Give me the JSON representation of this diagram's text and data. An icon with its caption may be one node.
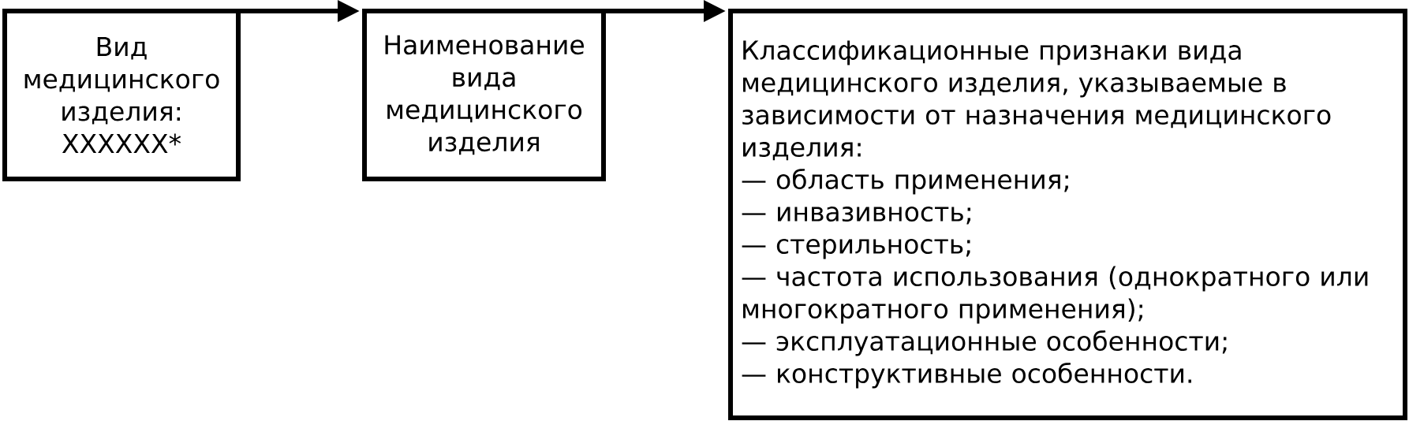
{
  "diagram": {
    "nodes": [
      {
        "text": [
          "Вид медицинского изделия:",
          "XXXXXX*"
        ]
      },
      {
        "text": [
          "Наименование вида медицинского изделия"
        ]
      },
      {
        "text": [
          "Классификационные признаки вида медицинского изделия, указываемые в зависимости от назначения медицинского изделия:",
          "— область применения;",
          "— инвазивность;",
          "— стерильность;",
          "— частота использования (однократного или многократного применения);",
          "— эксплуатационные особенности;",
          "— конструктивные особенности."
        ]
      }
    ],
    "edges": [
      {
        "from": 0,
        "to": 1,
        "arrow": "to"
      },
      {
        "from": 1,
        "to": 2,
        "arrow": "to"
      }
    ]
  }
}
